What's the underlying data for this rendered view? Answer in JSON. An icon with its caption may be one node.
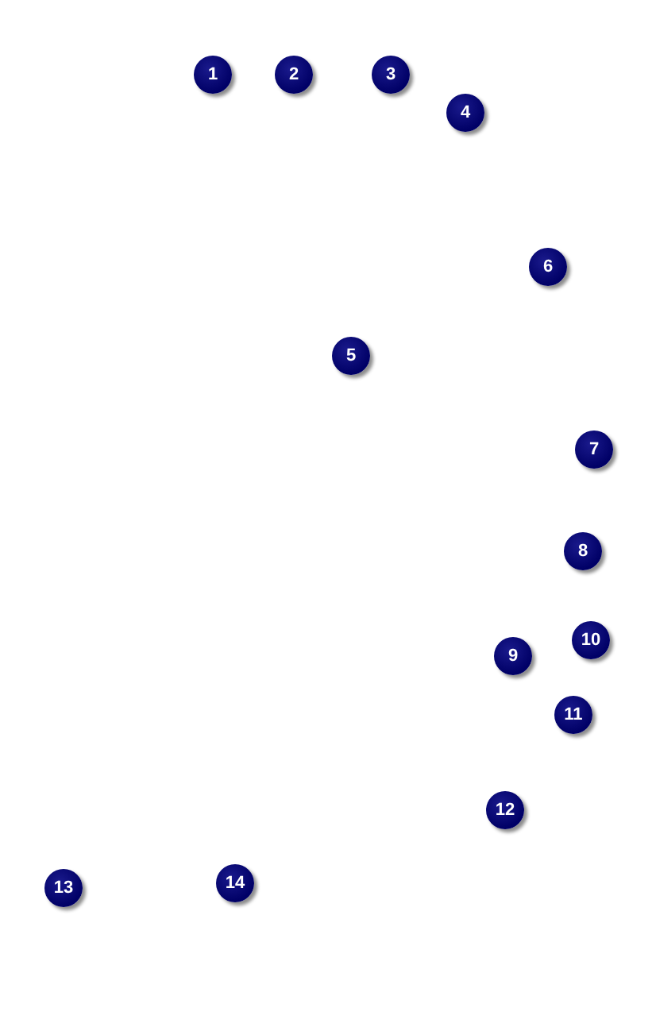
{
  "diagram": {
    "nodes": [
      {
        "text": [
          "1"
        ]
      },
      {
        "text": [
          "2"
        ]
      },
      {
        "text": [
          "3"
        ]
      },
      {
        "text": [
          "4"
        ]
      },
      {
        "text": [
          "5"
        ]
      },
      {
        "text": [
          "6"
        ]
      },
      {
        "text": [
          "7"
        ]
      },
      {
        "text": [
          "8"
        ]
      },
      {
        "text": [
          "9"
        ]
      },
      {
        "text": [
          "10"
        ]
      },
      {
        "text": [
          "11"
        ]
      },
      {
        "text": [
          "12"
        ]
      },
      {
        "text": [
          "13"
        ]
      },
      {
        "text": [
          "14"
        ]
      }
    ]
  }
}
